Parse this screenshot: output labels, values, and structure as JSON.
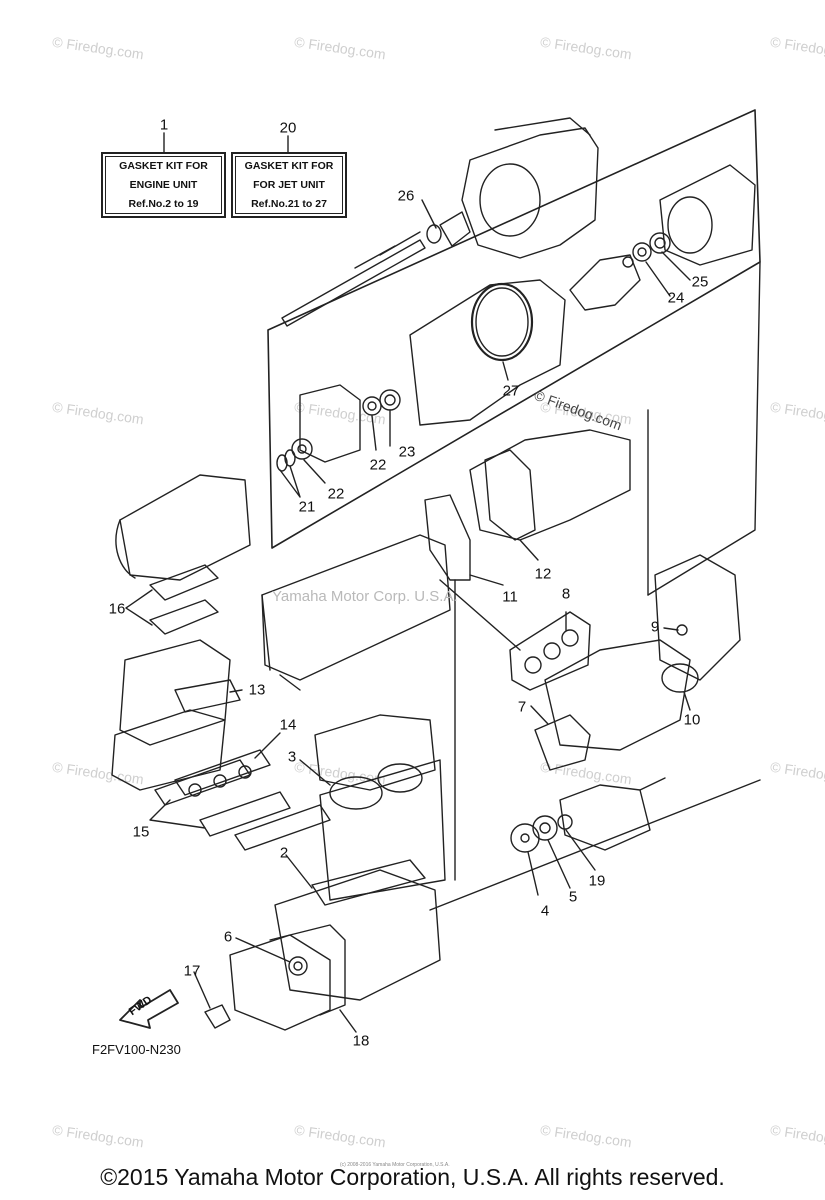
{
  "watermarks": {
    "text": "© Firedog.com",
    "inner_text": "Yamaha Motor Corp. U.S.A."
  },
  "kits": {
    "engine": {
      "number": "1",
      "line1": "GASKET  KIT FOR",
      "line2": "ENGINE UNIT",
      "line3": "Ref.No.2 to 19"
    },
    "jet": {
      "number": "20",
      "line1": "GASKET  KIT FOR",
      "line2": "FOR JET UNIT",
      "line3": "Ref.No.21 to 27"
    }
  },
  "callouts": [
    "2",
    "3",
    "4",
    "5",
    "6",
    "7",
    "8",
    "9",
    "10",
    "11",
    "12",
    "13",
    "14",
    "15",
    "16",
    "17",
    "18",
    "19",
    "21",
    "22",
    "22",
    "23",
    "24",
    "25",
    "26",
    "27"
  ],
  "diagram_code": "F2FV100-N230",
  "fwd_label": "FWD",
  "small_print": "(c) 2008-2016 Yamaha Motor Corporation, U.S.A.",
  "footer": "©2015 Yamaha Motor Corporation, U.S.A. All rights reserved."
}
